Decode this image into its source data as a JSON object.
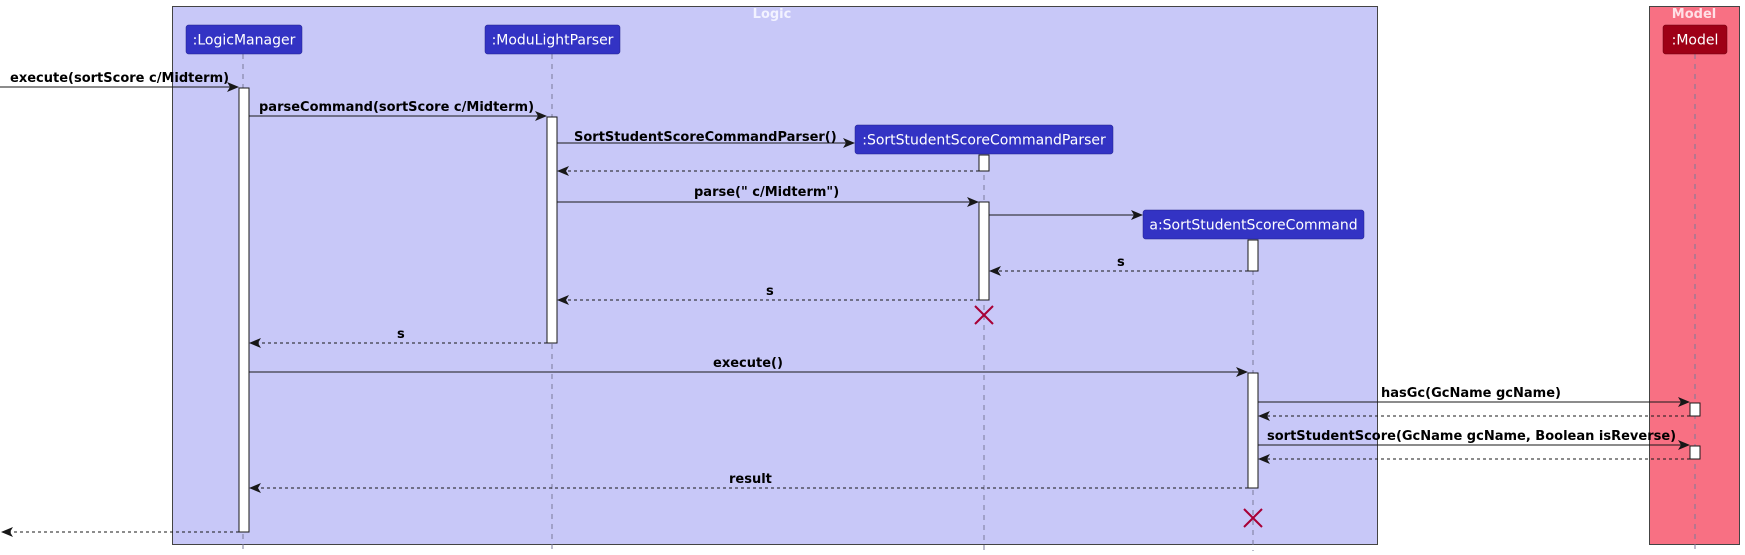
{
  "colors": {
    "logic_bg": "#C8C8F8",
    "logic_title": "#F2F2FF",
    "participant_blue": "#3333C4",
    "model_bg": "#F87083",
    "model_title": "#FFE0E6",
    "participant_red": "#9E0016",
    "destroy": "#A80036"
  },
  "groups": {
    "logic": {
      "title": "Logic"
    },
    "model": {
      "title": "Model"
    }
  },
  "participants": {
    "logic_manager": {
      "label": ":LogicManager"
    },
    "parser": {
      "label": ":ModuLightParser"
    },
    "sort_parser": {
      "label": ":SortStudentScoreCommandParser"
    },
    "command": {
      "label": "a:SortStudentScoreCommand"
    },
    "model": {
      "label": ":Model"
    }
  },
  "messages": {
    "m1": "execute(sortScore c/Midterm)",
    "m2": "parseCommand(sortScore c/Midterm)",
    "m3": "SortStudentScoreCommandParser()",
    "m4": "parse(\" c/Midterm\")",
    "m5": "s",
    "m6": "s",
    "m7": "s",
    "m8": "execute()",
    "m9": "hasGc(GcName gcName)",
    "m10": "sortStudentScore(GcName gcName, Boolean isReverse)",
    "m11": "result"
  }
}
